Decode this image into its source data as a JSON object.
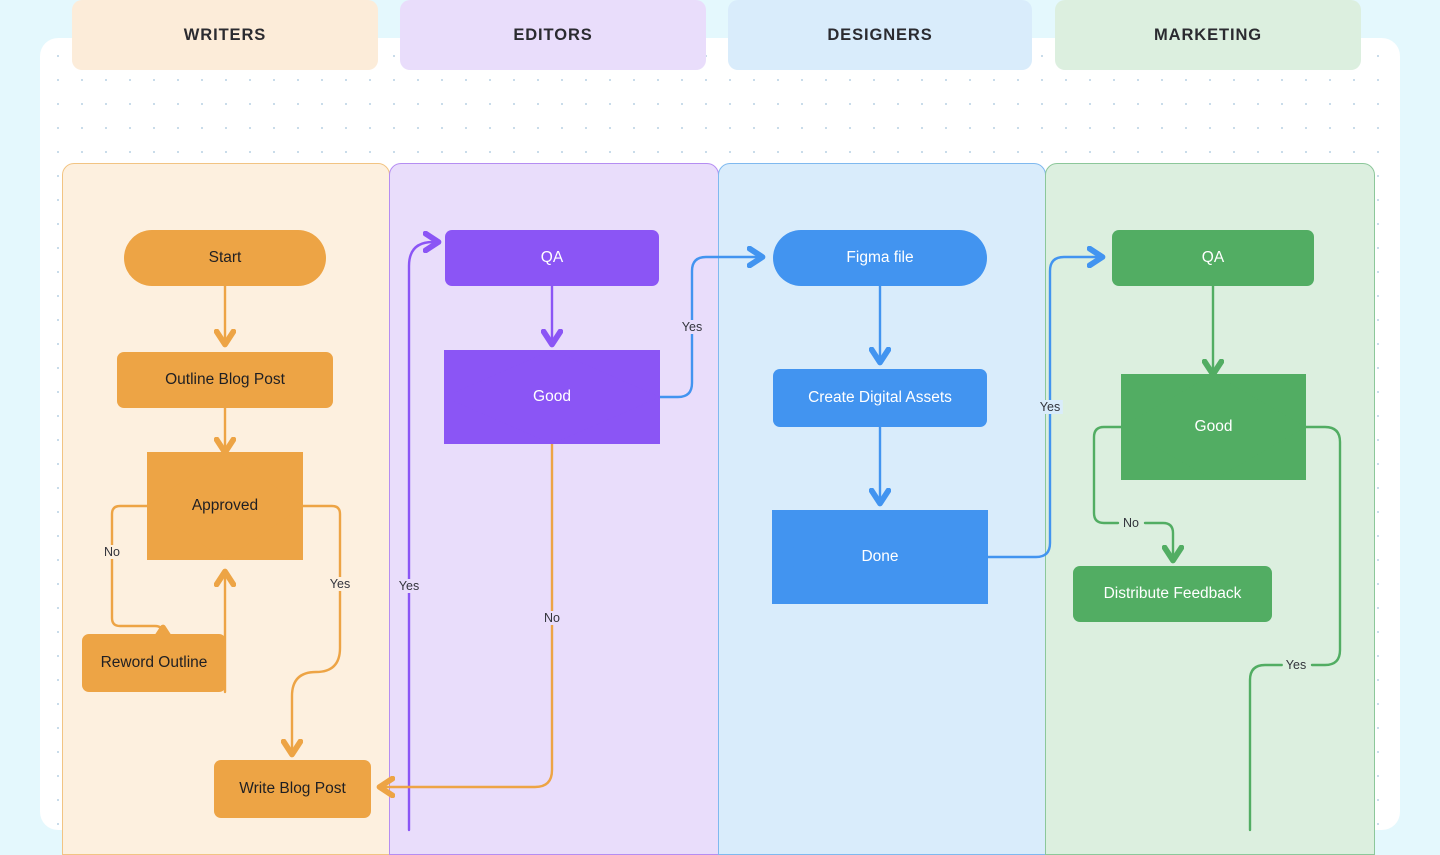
{
  "canvas": {
    "background_color": "#ffffff",
    "page_color": "#e4f8fd",
    "dot_color": "#c9dcea"
  },
  "diagram": {
    "type": "swimlane-flowchart",
    "lanes": [
      {
        "id": "writers",
        "title": "WRITERS",
        "header_color": "#fcecd9",
        "lane_color": "#fdf0df",
        "accent": "#eda445"
      },
      {
        "id": "editors",
        "title": "EDITORS",
        "header_color": "#e9ddfb",
        "lane_color": "#e9ddfb",
        "accent": "#8b55f5"
      },
      {
        "id": "designers",
        "title": "DESIGNERS",
        "header_color": "#d9ecfb",
        "lane_color": "#d9ecfb",
        "accent": "#4294f0"
      },
      {
        "id": "marketing",
        "title": "MARKETING",
        "header_color": "#dcefdf",
        "lane_color": "#dcefdf",
        "accent": "#52ad63"
      }
    ],
    "nodes": [
      {
        "id": "start",
        "lane": "writers",
        "shape": "pill",
        "label": "Start"
      },
      {
        "id": "outline",
        "lane": "writers",
        "shape": "rect",
        "label": "Outline Blog Post"
      },
      {
        "id": "approved",
        "lane": "writers",
        "shape": "diamond",
        "label": "Approved"
      },
      {
        "id": "reword",
        "lane": "writers",
        "shape": "rect",
        "label": "Reword Outline"
      },
      {
        "id": "writepost",
        "lane": "writers",
        "shape": "rect",
        "label": "Write Blog Post"
      },
      {
        "id": "qa-editors",
        "lane": "editors",
        "shape": "rect",
        "label": "QA"
      },
      {
        "id": "good-ed",
        "lane": "editors",
        "shape": "diamond",
        "label": "Good"
      },
      {
        "id": "figma",
        "lane": "designers",
        "shape": "pill",
        "label": "Figma file"
      },
      {
        "id": "assets",
        "lane": "designers",
        "shape": "rect",
        "label": "Create Digital Assets"
      },
      {
        "id": "done",
        "lane": "designers",
        "shape": "diamond",
        "label": "Done"
      },
      {
        "id": "qa-mkt",
        "lane": "marketing",
        "shape": "rect",
        "label": "QA"
      },
      {
        "id": "good-mkt",
        "lane": "marketing",
        "shape": "diamond",
        "label": "Good"
      },
      {
        "id": "feedback",
        "lane": "marketing",
        "shape": "rect",
        "label": "Distribute Feedback"
      }
    ],
    "edges": [
      {
        "id": "e-start-outline",
        "from": "start",
        "to": "outline",
        "label": "",
        "color": "#eda445"
      },
      {
        "id": "e-outline-approved",
        "from": "outline",
        "to": "approved",
        "label": "",
        "color": "#eda445"
      },
      {
        "id": "e-approved-no",
        "from": "approved",
        "to": "reword",
        "label": "No",
        "color": "#eda445"
      },
      {
        "id": "e-reword-approved",
        "from": "reword",
        "to": "approved",
        "label": "",
        "color": "#eda445"
      },
      {
        "id": "e-approved-yes",
        "from": "approved",
        "to": "writepost",
        "label": "Yes",
        "color": "#eda445"
      },
      {
        "id": "e-write-qa",
        "from": "writepost",
        "to": "qa-editors",
        "label": "Yes",
        "color": "#8b55f5"
      },
      {
        "id": "e-qa-good",
        "from": "qa-editors",
        "to": "good-ed",
        "label": "",
        "color": "#8b55f5"
      },
      {
        "id": "e-good-no",
        "from": "good-ed",
        "to": "writepost",
        "label": "No",
        "color": "#eda445"
      },
      {
        "id": "e-good-yes",
        "from": "good-ed",
        "to": "figma",
        "label": "Yes",
        "color": "#4294f0"
      },
      {
        "id": "e-figma-assets",
        "from": "figma",
        "to": "assets",
        "label": "",
        "color": "#4294f0"
      },
      {
        "id": "e-assets-done",
        "from": "assets",
        "to": "done",
        "label": "",
        "color": "#4294f0"
      },
      {
        "id": "e-done-qa",
        "from": "done",
        "to": "qa-mkt",
        "label": "Yes",
        "color": "#4294f0"
      },
      {
        "id": "e-qam-goodm",
        "from": "qa-mkt",
        "to": "good-mkt",
        "label": "",
        "color": "#52ad63"
      },
      {
        "id": "e-goodm-no",
        "from": "good-mkt",
        "to": "feedback",
        "label": "No",
        "color": "#52ad63"
      },
      {
        "id": "e-goodm-yes",
        "from": "good-mkt",
        "to": "",
        "label": "Yes",
        "color": "#52ad63"
      }
    ],
    "edge_labels": {
      "approved_no": "No",
      "approved_yes": "Yes",
      "write_to_qa_yes": "Yes",
      "good_editors_no": "No",
      "good_editors_yes": "Yes",
      "done_yes": "Yes",
      "good_mkt_no": "No",
      "good_mkt_yes": "Yes"
    }
  }
}
